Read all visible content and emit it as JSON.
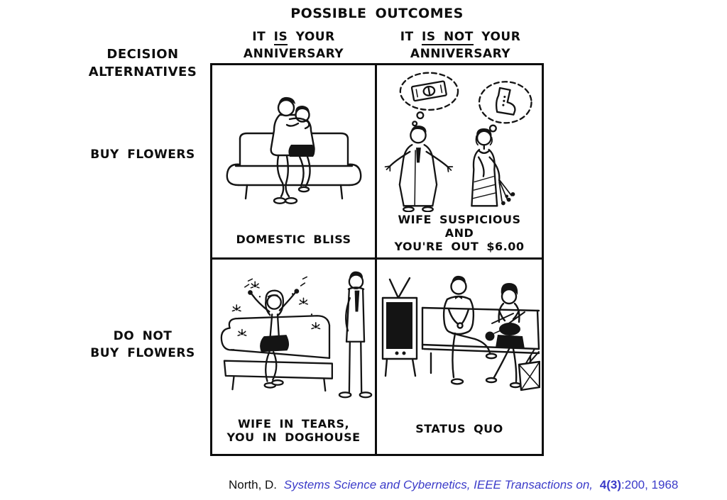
{
  "title": "POSSIBLE OUTCOMES",
  "row_header": {
    "line1": "DECISION",
    "line2": "ALTERNATIVES"
  },
  "columns": [
    {
      "pre": "IT",
      "underlined": "IS",
      "post": "YOUR",
      "line2": "ANNIVERSARY"
    },
    {
      "pre": "IT",
      "underlined": "IS NOT",
      "post": "YOUR",
      "line2": "ANNIVERSARY"
    }
  ],
  "rows": [
    {
      "lines": [
        "BUY FLOWERS"
      ]
    },
    {
      "lines": [
        "DO NOT",
        "BUY FLOWERS"
      ]
    }
  ],
  "cells": [
    {
      "caption_lines": [
        "DOMESTIC BLISS"
      ]
    },
    {
      "caption_lines": [
        "WIFE SUSPICIOUS",
        "AND",
        "YOU'RE OUT $6.00"
      ]
    },
    {
      "caption_lines": [
        "WIFE IN TEARS,",
        "YOU IN DOGHOUSE"
      ]
    },
    {
      "caption_lines": [
        "STATUS QUO"
      ]
    }
  ],
  "citation": {
    "authors": "North, D.",
    "journal": "Systems Science and Cybernetics, IEEE Transactions on,",
    "volume": "4(3)",
    "pages": ":200, 1968"
  },
  "colors": {
    "ink": "#0d0d0d",
    "citation_blue": "#3b3bc9",
    "paper": "#ffffff"
  }
}
